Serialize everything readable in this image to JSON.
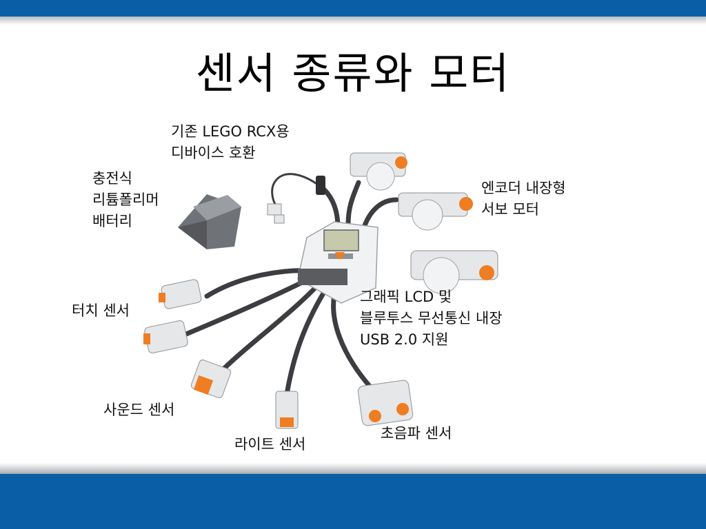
{
  "title": "센서 종류와 모터",
  "labels": {
    "legacy": [
      "기존 LEGO RCX용",
      "디바이스 호환"
    ],
    "battery": [
      "충전식",
      "리튬폴리머",
      "배터리"
    ],
    "motor": [
      "엔코더 내장형",
      "서보 모터"
    ],
    "brick": [
      "그래픽 LCD 및",
      "블루투스 무선통신 내장",
      "USB 2.0 지원"
    ],
    "touch": [
      "터치 센서"
    ],
    "sound": [
      "사운드 센서"
    ],
    "light": [
      "라이트 센서"
    ],
    "ultrasonic": [
      "초음파 센서"
    ]
  },
  "colors": {
    "band": "#0a5ea6",
    "cable": "#3c3d40",
    "device_body": "#e6e7e9",
    "device_grey": "#8e9196",
    "accent_orange": "#ef7d22"
  }
}
